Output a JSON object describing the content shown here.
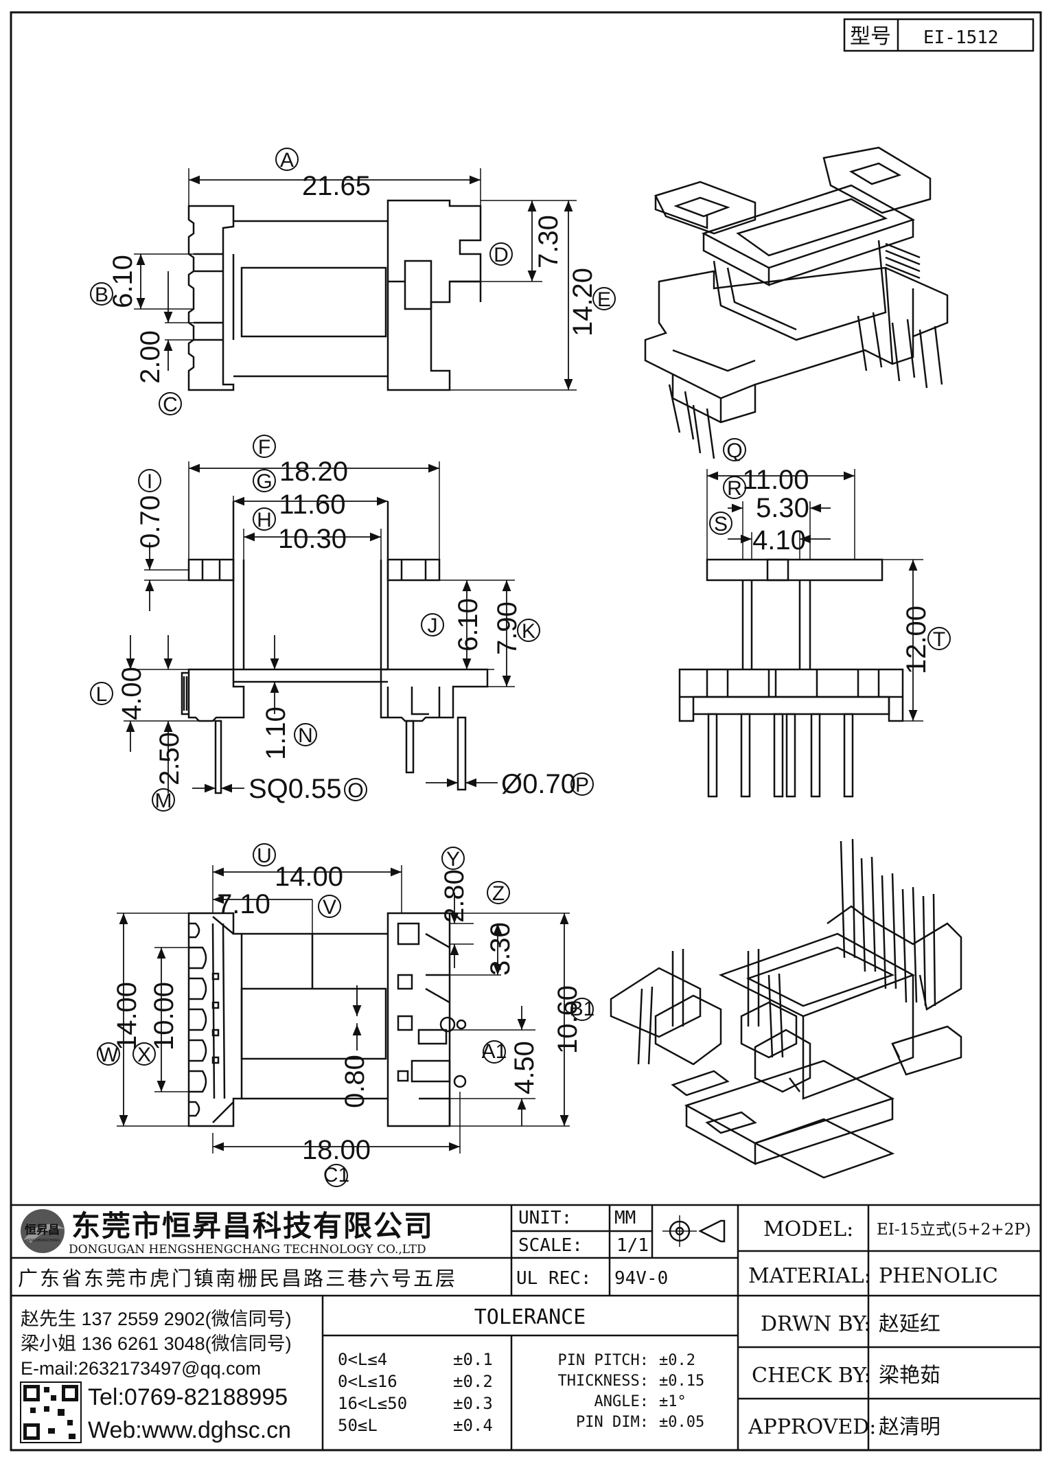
{
  "header": {
    "type_label": "型号",
    "type_value": "EI-1512"
  },
  "views": {
    "top": {
      "A": {
        "letter": "A",
        "value": "21.65"
      },
      "B": {
        "letter": "B",
        "value": "6.10"
      },
      "C": {
        "letter": "C",
        "value": "2.00"
      },
      "D": {
        "letter": "D",
        "value": "7.30"
      },
      "E": {
        "letter": "E",
        "value": "14.20"
      }
    },
    "front": {
      "F": {
        "letter": "F",
        "value": "18.20"
      },
      "G": {
        "letter": "G",
        "value": "11.60"
      },
      "H": {
        "letter": "H",
        "value": "10.30"
      },
      "I": {
        "letter": "I",
        "value": "0.70"
      },
      "J": {
        "letter": "J",
        "value": "6.10"
      },
      "K": {
        "letter": "K",
        "value": "7.90"
      },
      "L": {
        "letter": "L",
        "value": "4.00"
      },
      "M": {
        "letter": "M",
        "value": "2.50"
      },
      "N": {
        "letter": "N",
        "value": "1.10"
      },
      "O": {
        "letter": "O",
        "value": "SQ0.55"
      },
      "P": {
        "letter": "P",
        "value": "Ø0.70"
      }
    },
    "side": {
      "Q": {
        "letter": "Q",
        "value": "11.00"
      },
      "R": {
        "letter": "R",
        "value": "5.30"
      },
      "S": {
        "letter": "S",
        "value": "4.10"
      },
      "T": {
        "letter": "T",
        "value": "12.00"
      }
    },
    "bottom": {
      "U": {
        "letter": "U",
        "value": "14.00"
      },
      "V": {
        "letter": "V",
        "value": "7.10"
      },
      "W": {
        "letter": "W",
        "value": "14.00"
      },
      "X": {
        "letter": "X",
        "value": "10.00"
      },
      "Y": {
        "letter": "Y",
        "value": "2.80"
      },
      "Z": {
        "letter": "Z",
        "value": "3.30"
      },
      "A1": {
        "letter": "A1",
        "value": "4.50"
      },
      "B1": {
        "letter": "B1",
        "value": "10.60"
      },
      "C1": {
        "letter": "C1",
        "value": "18.00"
      },
      "d080": {
        "value": "0.80"
      }
    }
  },
  "company": {
    "logo_text": "恒昇昌",
    "logo_sub": "HENGSHENGCHANG",
    "name_cn": "东莞市恒昇昌科技有限公司",
    "name_en": "DONGUGAN HENGSHENGCHANG TECHNOLOGY CO.,LTD",
    "address": "广东省东莞市虎门镇南栅民昌路三巷六号五层",
    "contact1": "赵先生 137 2559 2902(微信同号)",
    "contact2": "梁小姐 136 6261 3048(微信同号)",
    "email": "E-mail:2632173497@qq.com",
    "tel": "Tel:0769-82188995",
    "web": "Web:www.dghsc.cn"
  },
  "specs": {
    "unit_label": "UNIT:",
    "unit_value": "MM",
    "scale_label": "SCALE:",
    "scale_value": "1/1",
    "ulrec_label": "UL REC:",
    "ulrec_value": "94V-0",
    "tolerance_title": "TOLERANCE",
    "tolerances": [
      {
        "range": "0<L≤4",
        "tol": "±0.1"
      },
      {
        "range": "0<L≤16",
        "tol": "±0.2"
      },
      {
        "range": "16<L≤50",
        "tol": "±0.3"
      },
      {
        "range": "50≤L",
        "tol": "±0.4"
      }
    ],
    "pin_specs": [
      {
        "label": "PIN PITCH:",
        "tol": "±0.2"
      },
      {
        "label": "THICKNESS:",
        "tol": "±0.15"
      },
      {
        "label": "ANGLE:",
        "tol": "±1°"
      },
      {
        "label": "PIN DIM:",
        "tol": "±0.05"
      }
    ]
  },
  "title_block": {
    "model_label": "MODEL:",
    "model_value": "EI-15立式(5+2+2P)",
    "material_label": "MATERIAL:",
    "material_value": "PHENOLIC",
    "drawn_label": "DRWN BY:",
    "drawn_value": "赵延红",
    "check_label": "CHECK BY:",
    "check_value": "梁艳茹",
    "approved_label": "APPROVED:",
    "approved_value": "赵清明"
  }
}
